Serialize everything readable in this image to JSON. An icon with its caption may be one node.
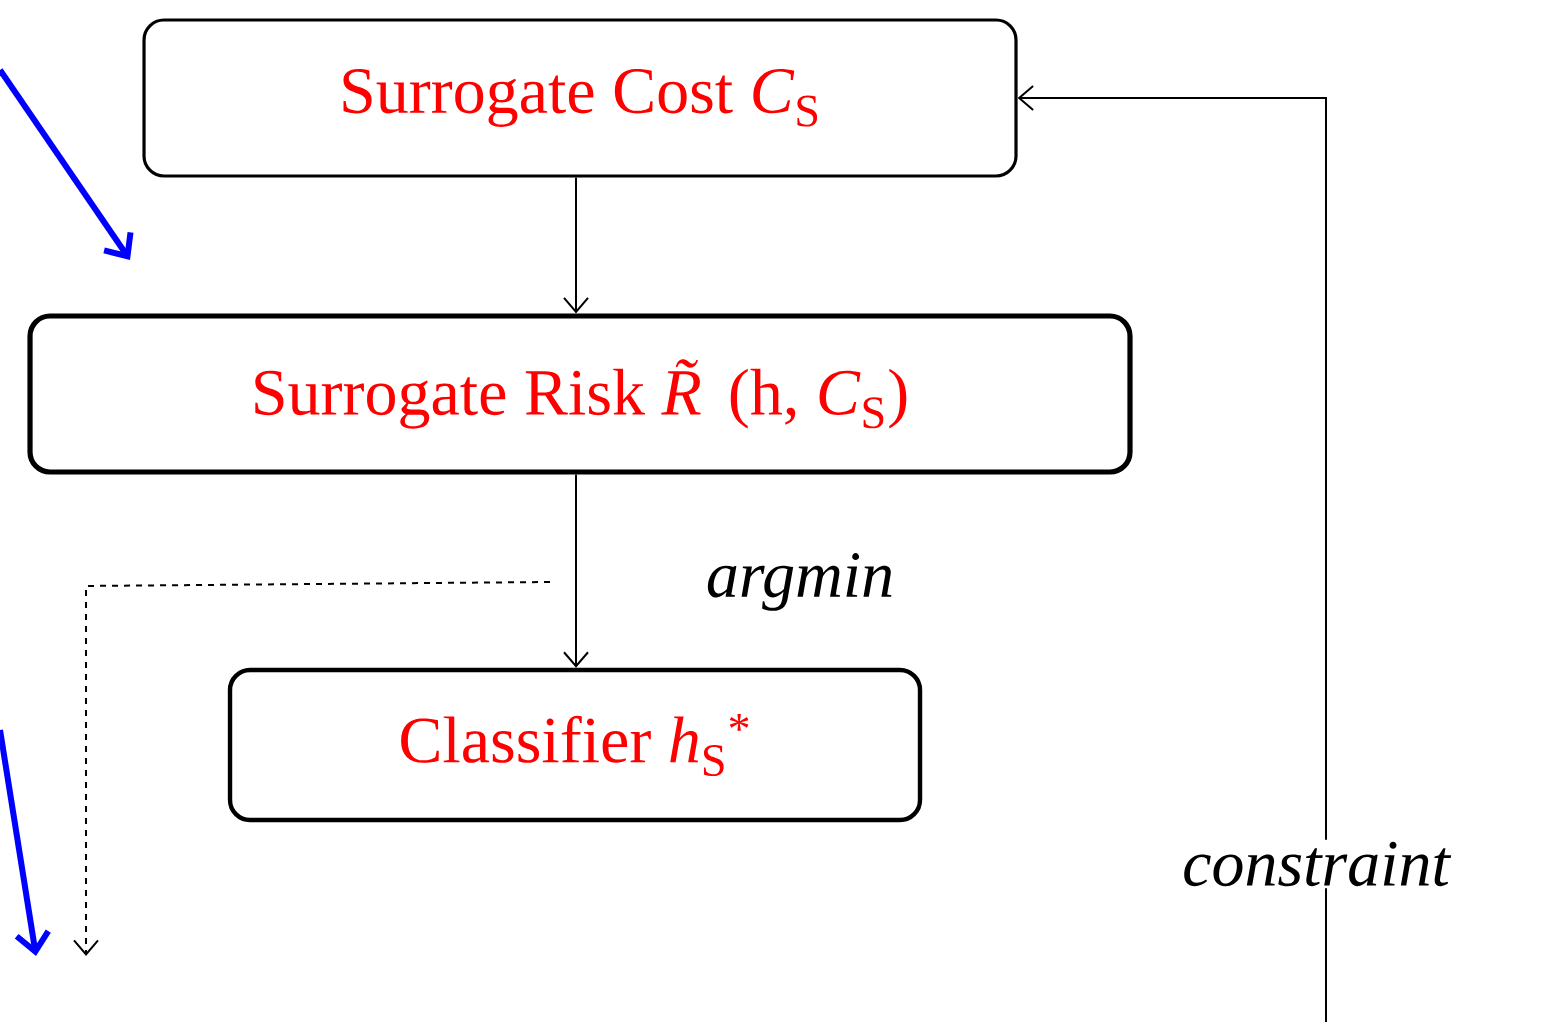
{
  "diagram": {
    "nodes": [
      {
        "text": [
          "Surrogate Cost *C*$_{S}$"
        ]
      },
      {
        "text": [
          "Surrogate Risk *R̃*(h, *C*$_{S}$)"
        ]
      },
      {
        "text": [
          "Classifier *h*$_{S}$$^{*}$"
        ]
      }
    ],
    "edges": [
      {
        "from": 0,
        "to": 1,
        "arrow": "to"
      },
      {
        "from": 1,
        "to": 2,
        "arrow": "to",
        "label": "argmin"
      },
      {
        "from": null,
        "to": 0,
        "arrow": "to",
        "label": "constraint"
      }
    ]
  }
}
